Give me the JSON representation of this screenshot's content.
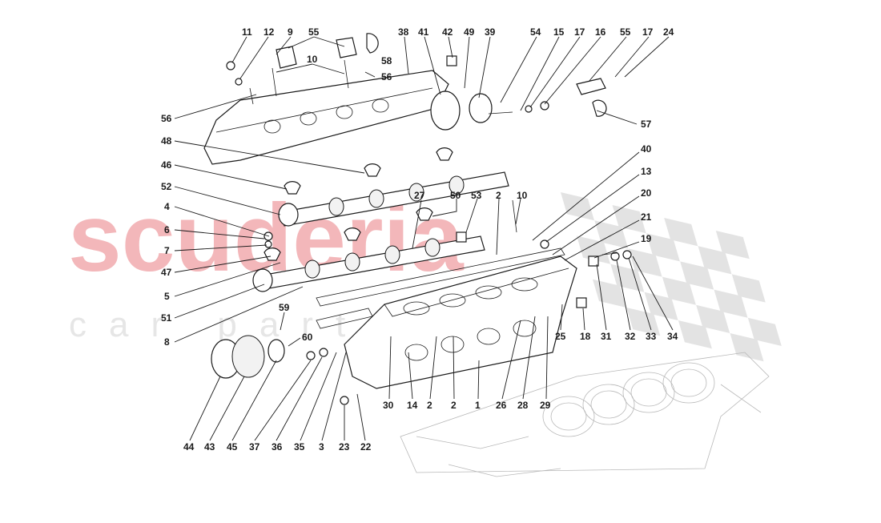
{
  "watermark": {
    "brand": "scuderia",
    "sub": "car parts",
    "brand_color": "#f3b7ba",
    "sub_color": "#e6e6e6",
    "flag_color": "#e3e3e3"
  },
  "diagram": {
    "labels": [
      "11",
      "12",
      "9",
      "55",
      "10",
      "58",
      "38",
      "41",
      "42",
      "49",
      "39",
      "54",
      "15",
      "17",
      "16",
      "55",
      "17",
      "24",
      "56",
      "56",
      "57",
      "48",
      "46",
      "52",
      "4",
      "6",
      "7",
      "47",
      "5",
      "51",
      "8",
      "27",
      "50",
      "53",
      "2",
      "10",
      "40",
      "13",
      "20",
      "21",
      "19",
      "59",
      "60",
      "44",
      "43",
      "45",
      "37",
      "36",
      "35",
      "3",
      "23",
      "22",
      "30",
      "14",
      "2",
      "2",
      "1",
      "26",
      "28",
      "29",
      "25",
      "18",
      "31",
      "32",
      "33",
      "34"
    ]
  }
}
